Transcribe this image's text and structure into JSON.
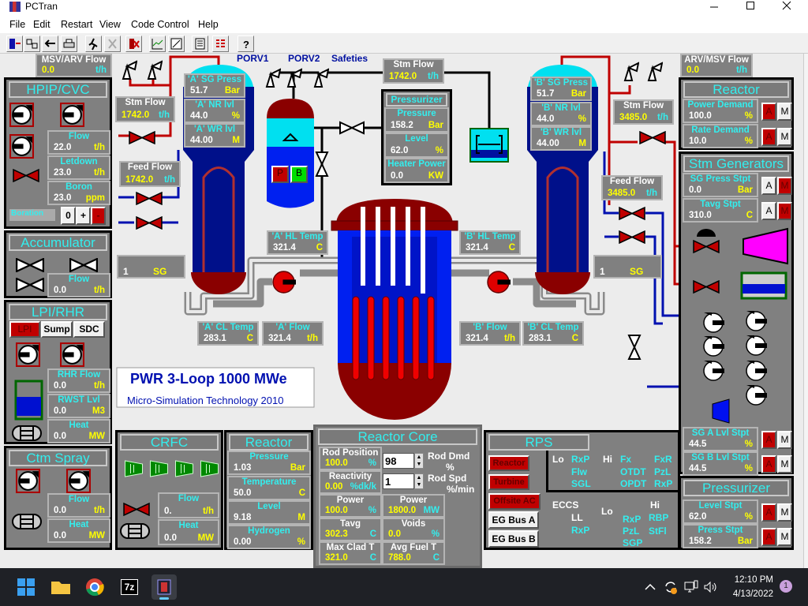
{
  "window": {
    "title": "PCTran"
  },
  "menu": [
    "File",
    "Edit",
    "Restart",
    "View",
    "Code Control",
    "Help"
  ],
  "panels": {
    "hpip": "HPIP/CVC",
    "accum": "Accumulator",
    "lpi": "LPI/RHR",
    "ctm": "Ctm Spray",
    "crfc": "CRFC",
    "reactor_small": "Reactor",
    "core": "Reactor Core",
    "rps": "RPS",
    "reactor_right": "Reactor",
    "sg": "Stm Generators",
    "pzr_right": "Pressurizer",
    "pzr_center": "Pressurizer"
  },
  "readouts": {
    "msv_arv_flow": {
      "label": "MSV/ARV Flow",
      "value": "0.0",
      "unit": "t/h"
    },
    "hpip_flow": {
      "label": "Flow",
      "value": "22.0",
      "unit": "t/h"
    },
    "letdown": {
      "label": "Letdown",
      "value": "23.0",
      "unit": "t/h"
    },
    "boron": {
      "label": "Boron",
      "value": "23.0",
      "unit": "ppm"
    },
    "accum_flow": {
      "label": "Flow",
      "value": "0.0",
      "unit": "t/h"
    },
    "rhr_flow": {
      "label": "RHR Flow",
      "value": "0.0",
      "unit": "t/h"
    },
    "rwst_lvl": {
      "label": "RWST Lvl",
      "value": "0.0",
      "unit": "M3"
    },
    "lpi_heat": {
      "label": "Heat",
      "value": "0.0",
      "unit": "MW"
    },
    "ctm_flow": {
      "label": "Flow",
      "value": "0.0",
      "unit": "t/h"
    },
    "ctm_heat": {
      "label": "Heat",
      "value": "0.0",
      "unit": "MW"
    },
    "crfc_flow": {
      "label": "Flow",
      "value": "0.",
      "unit": "t/h"
    },
    "crfc_heat": {
      "label": "Heat",
      "value": "0.0",
      "unit": "MW"
    },
    "rx_pressure": {
      "label": "Pressure",
      "value": "1.03",
      "unit": "Bar"
    },
    "rx_temp": {
      "label": "Temperature",
      "value": "50.0",
      "unit": "C"
    },
    "rx_level": {
      "label": "Level",
      "value": "9.18",
      "unit": "M"
    },
    "rx_h2": {
      "label": "Hydrogen",
      "value": "0.00",
      "unit": "%"
    },
    "rod_pos": {
      "label": "Rod Position",
      "value": "100.0",
      "unit": "%"
    },
    "reactivity": {
      "label": "Reactivity",
      "value": "0.00",
      "unit": "%dk/k"
    },
    "core_power_pct": {
      "label": "Power",
      "value": "100.0",
      "unit": "%"
    },
    "tavg": {
      "label": "Tavg",
      "value": "302.3",
      "unit": "C"
    },
    "max_clad": {
      "label": "Max Clad T",
      "value": "321.0",
      "unit": "C"
    },
    "core_power_mw": {
      "label": "Power",
      "value": "1800.0",
      "unit": "MW"
    },
    "voids": {
      "label": "Voids",
      "value": "0.0",
      "unit": "%"
    },
    "avg_fuel": {
      "label": "Avg Fuel T",
      "value": "788.0",
      "unit": "C"
    },
    "stm_flow_a": {
      "label": "Stm Flow",
      "value": "1742.0",
      "unit": "t/h"
    },
    "feed_flow_a": {
      "label": "Feed Flow",
      "value": "1742.0",
      "unit": "t/h"
    },
    "sg_a_press": {
      "label": "'A' SG Press",
      "value": "51.7",
      "unit": "Bar"
    },
    "sg_a_nr": {
      "label": "'A' NR lvl",
      "value": "44.0",
      "unit": "%"
    },
    "sg_a_wr": {
      "label": "'A' WR lvl",
      "value": "44.00",
      "unit": "M"
    },
    "stm_flow_center": {
      "label": "Stm Flow",
      "value": "1742.0",
      "unit": "t/h"
    },
    "pzr_pressure": {
      "label": "Pressure",
      "value": "158.2",
      "unit": "Bar"
    },
    "pzr_level": {
      "label": "Level",
      "value": "62.0",
      "unit": "%"
    },
    "heater_power": {
      "label": "Heater Power",
      "value": "0.0",
      "unit": "KW"
    },
    "sg_b_press": {
      "label": "'B' SG Press",
      "value": "51.7",
      "unit": "Bar"
    },
    "sg_b_nr": {
      "label": "'B' NR lvl",
      "value": "44.0",
      "unit": "%"
    },
    "sg_b_wr": {
      "label": "'B' WR lvl",
      "value": "44.00",
      "unit": "M"
    },
    "stm_flow_b": {
      "label": "Stm Flow",
      "value": "3485.0",
      "unit": "t/h"
    },
    "feed_flow_b": {
      "label": "Feed Flow",
      "value": "3485.0",
      "unit": "t/h"
    },
    "hl_a": {
      "label": "'A' HL Temp",
      "value": "321.4",
      "unit": "C"
    },
    "hl_b": {
      "label": "'B' HL Temp",
      "value": "321.4",
      "unit": "C"
    },
    "cl_a": {
      "label": "'A' CL Temp",
      "value": "283.1",
      "unit": "C"
    },
    "flow_a": {
      "label": "'A' Flow",
      "value": "321.4",
      "unit": "t/h"
    },
    "flow_b": {
      "label": "'B' Flow",
      "value": "321.4",
      "unit": "t/h"
    },
    "cl_b": {
      "label": "'B' CL Temp",
      "value": "283.1",
      "unit": "C"
    },
    "arv_msv_flow": {
      "label": "ARV/MSV Flow",
      "value": "0.0",
      "unit": "t/h"
    },
    "power_demand": {
      "label": "Power Demand",
      "value": "100.0",
      "unit": "%"
    },
    "rate_demand": {
      "label": "Rate Demand",
      "value": "10.0",
      "unit": "%"
    },
    "sg_press_stpt": {
      "label": "SG Press Stpt",
      "value": "0.0",
      "unit": "Bar"
    },
    "tavg_stpt": {
      "label": "Tavg Stpt",
      "value": "310.0",
      "unit": "C"
    },
    "sg_a_lvl_stpt": {
      "label": "SG A Lvl Stpt",
      "value": "44.5",
      "unit": "%"
    },
    "sg_b_lvl_stpt": {
      "label": "SG B Lvl Stpt",
      "value": "44.5",
      "unit": "%"
    },
    "level_stpt": {
      "label": "Level Stpt",
      "value": "62.0",
      "unit": "%"
    },
    "press_stpt": {
      "label": "Press Stpt",
      "value": "158.2",
      "unit": "Bar"
    }
  },
  "labels": {
    "porv1": "PORV1",
    "porv2": "PORV2",
    "safeties": "Safeties",
    "plant_title": "PWR 3-Loop 1000 MWe",
    "subtitle": "Micro-Simulation Technology 2010",
    "sg_count_a": "1",
    "sg_count_b": "1",
    "sg_unit": "SG"
  },
  "hpip": {
    "boration": "Boration",
    "zero": "0",
    "plus": "+",
    "minus": "-"
  },
  "lpi": {
    "lpi": "LPI",
    "sump": "Sump",
    "sdc": "SDC"
  },
  "pressurizer_vessel": {
    "p": "P",
    "b": "B"
  },
  "core": {
    "rod_dmd_value": "98",
    "rod_spd_value": "1",
    "rod_dmd_label": "Rod Dmd",
    "rod_dmd_unit": "%",
    "rod_spd_label": "Rod Spd",
    "rod_spd_unit": "%/min"
  },
  "rps": {
    "buttons": [
      "Reactor",
      "Turbine",
      "Offsite AC",
      "EG Bus A",
      "EG Bus B"
    ],
    "lo": "Lo",
    "hi": "Hi",
    "lo_trips": [
      "RxP",
      "Flw",
      "SGL"
    ],
    "hi_trips": [
      "Fx",
      "FxR",
      "OTDT",
      "PzL",
      "OPDT",
      "RxP"
    ],
    "eccs": "ECCS",
    "ll": "LL",
    "ll_trips": [
      "RxP"
    ],
    "eccs_lo": "Lo",
    "eccs_lo_trips": [
      "RxP",
      "PzL",
      "SGP"
    ],
    "eccs_hi": "Hi",
    "eccs_hi_trips": [
      "RBP",
      "StFl"
    ]
  },
  "am": {
    "a": "A",
    "m": "M"
  },
  "taskbar": {
    "time": "12:10 PM",
    "date": "4/13/2022",
    "notifications": "1",
    "sevenzip": "7z"
  },
  "colors": {
    "accent_cyan": "#33eeee",
    "value_yellow": "#ffff00",
    "trip_red": "#c00000",
    "panel_gray": "#808080"
  }
}
